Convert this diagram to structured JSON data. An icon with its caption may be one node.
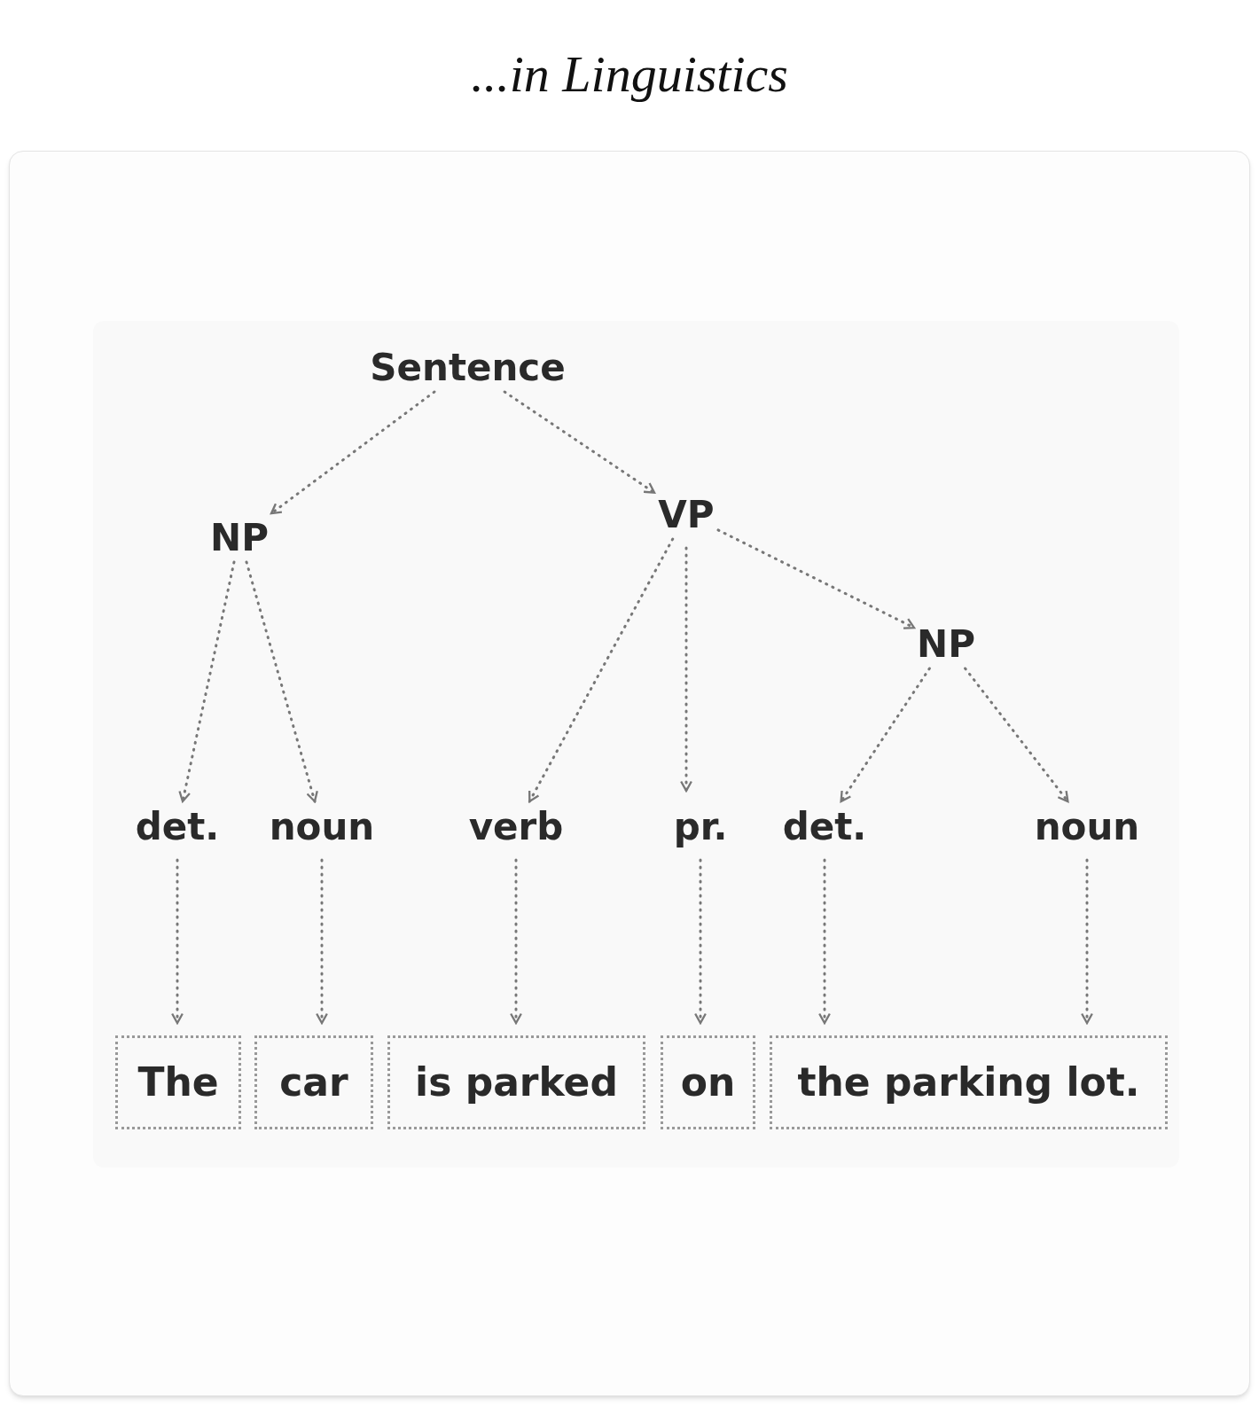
{
  "diagram": {
    "title": "...in Linguistics",
    "nodes": [
      {
        "text": [
          "Sentence"
        ]
      },
      {
        "text": [
          "NP"
        ]
      },
      {
        "text": [
          "VP"
        ]
      },
      {
        "text": [
          "NP"
        ]
      },
      {
        "text": [
          "det."
        ]
      },
      {
        "text": [
          "noun"
        ]
      },
      {
        "text": [
          "verb"
        ]
      },
      {
        "text": [
          "pr."
        ]
      },
      {
        "text": [
          "det."
        ]
      },
      {
        "text": [
          "noun"
        ]
      },
      {
        "text": [
          "The"
        ]
      },
      {
        "text": [
          "car"
        ]
      },
      {
        "text": [
          "is parked"
        ]
      },
      {
        "text": [
          "on"
        ]
      },
      {
        "text": [
          "the parking lot."
        ]
      }
    ],
    "edges": [
      {
        "from": 0,
        "to": 1,
        "arrow": "to",
        "style": "dashed"
      },
      {
        "from": 0,
        "to": 2,
        "arrow": "to",
        "style": "dashed"
      },
      {
        "from": 1,
        "to": 4,
        "arrow": "to",
        "style": "dashed"
      },
      {
        "from": 1,
        "to": 5,
        "arrow": "to",
        "style": "dashed"
      },
      {
        "from": 2,
        "to": 6,
        "arrow": "to",
        "style": "dashed"
      },
      {
        "from": 2,
        "to": 7,
        "arrow": "to",
        "style": "dashed"
      },
      {
        "from": 2,
        "to": 3,
        "arrow": "to",
        "style": "dashed"
      },
      {
        "from": 3,
        "to": 8,
        "arrow": "to",
        "style": "dashed"
      },
      {
        "from": 3,
        "to": 9,
        "arrow": "to",
        "style": "dashed"
      },
      {
        "from": 4,
        "to": 10,
        "arrow": "to",
        "style": "dashed"
      },
      {
        "from": 5,
        "to": 11,
        "arrow": "to",
        "style": "dashed"
      },
      {
        "from": 6,
        "to": 12,
        "arrow": "to",
        "style": "dashed"
      },
      {
        "from": 7,
        "to": 13,
        "arrow": "to",
        "style": "dashed"
      },
      {
        "from": 8,
        "to": 14,
        "arrow": "to",
        "style": "dashed"
      },
      {
        "from": 9,
        "to": 14,
        "arrow": "to",
        "style": "dashed"
      }
    ]
  }
}
